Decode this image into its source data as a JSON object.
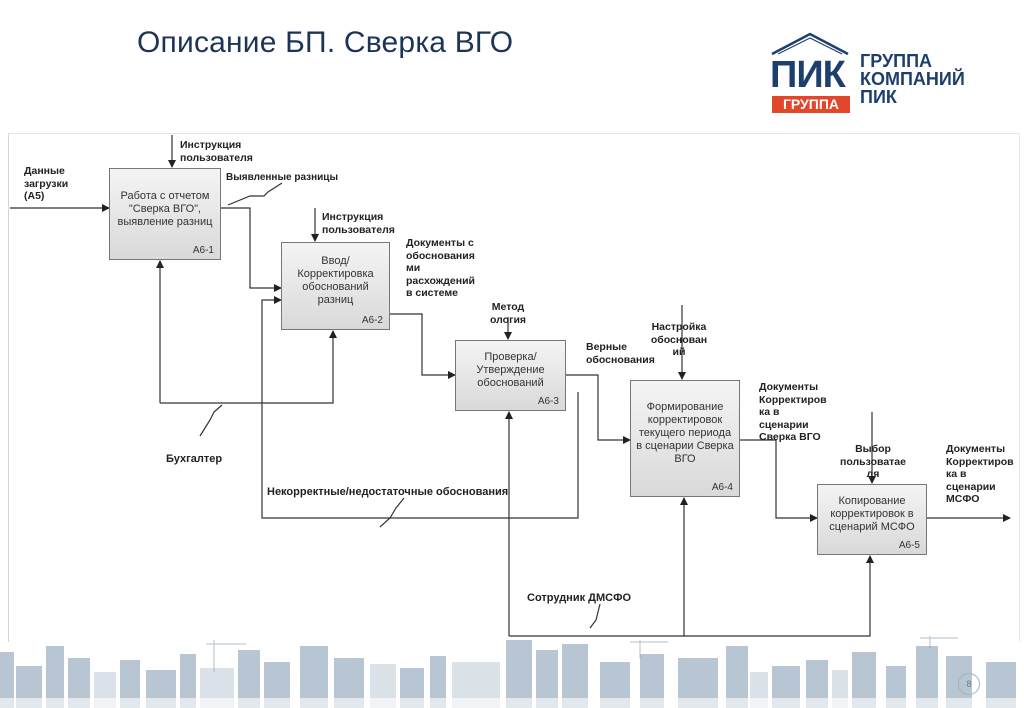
{
  "slide": {
    "title": "Описание БП. Сверка ВГО",
    "page_number": "8"
  },
  "logo": {
    "mark": "ПИК",
    "badge": "ГРУППА",
    "line1": "ГРУППА",
    "line2": "КОМПАНИЙ",
    "line3": "ПИК",
    "colors": {
      "blue": "#1d3f6e",
      "red": "#e3472b"
    }
  },
  "boxes": [
    {
      "text": "Работа с отчетом \"Сверка ВГО\", выявление разниц",
      "id": "A6-1"
    },
    {
      "text": "Ввод/ Корректировка обоснований разниц",
      "id": "A6-2"
    },
    {
      "text": "Проверка/ Утверждение обоснований",
      "id": "A6-3"
    },
    {
      "text": "Формирование корректировок текущего периода в сценарии Сверка ВГО",
      "id": "A6-4"
    },
    {
      "text": "Копирование корректировок в сценарий МСФО",
      "id": "A6-5"
    }
  ],
  "labels": {
    "input_data": "Данные загрузки (А5)",
    "instruction1": "Инструкция пользователя",
    "found_diffs": "Выявленные разницы",
    "instruction2": "Инструкция пользователя",
    "docs_reasons": "Документы с обоснования ми расхождений в системе",
    "methodology": "Метод ология",
    "correct_reasons": "Верные обоснования",
    "settings": "Настройка обоснован ий",
    "docs_vgo": "Документы Корректиров ка в сценарии Сверка ВГО",
    "user_choice": "Выбор пользоватае ля",
    "docs_msfo": "Документы Корректиров ка в сценарии МСФО",
    "accountant": "Бухгалтер",
    "incorrect": "Некорректные/недостаточные обоснования",
    "dmsfo": "Сотрудник ДМСФО"
  }
}
